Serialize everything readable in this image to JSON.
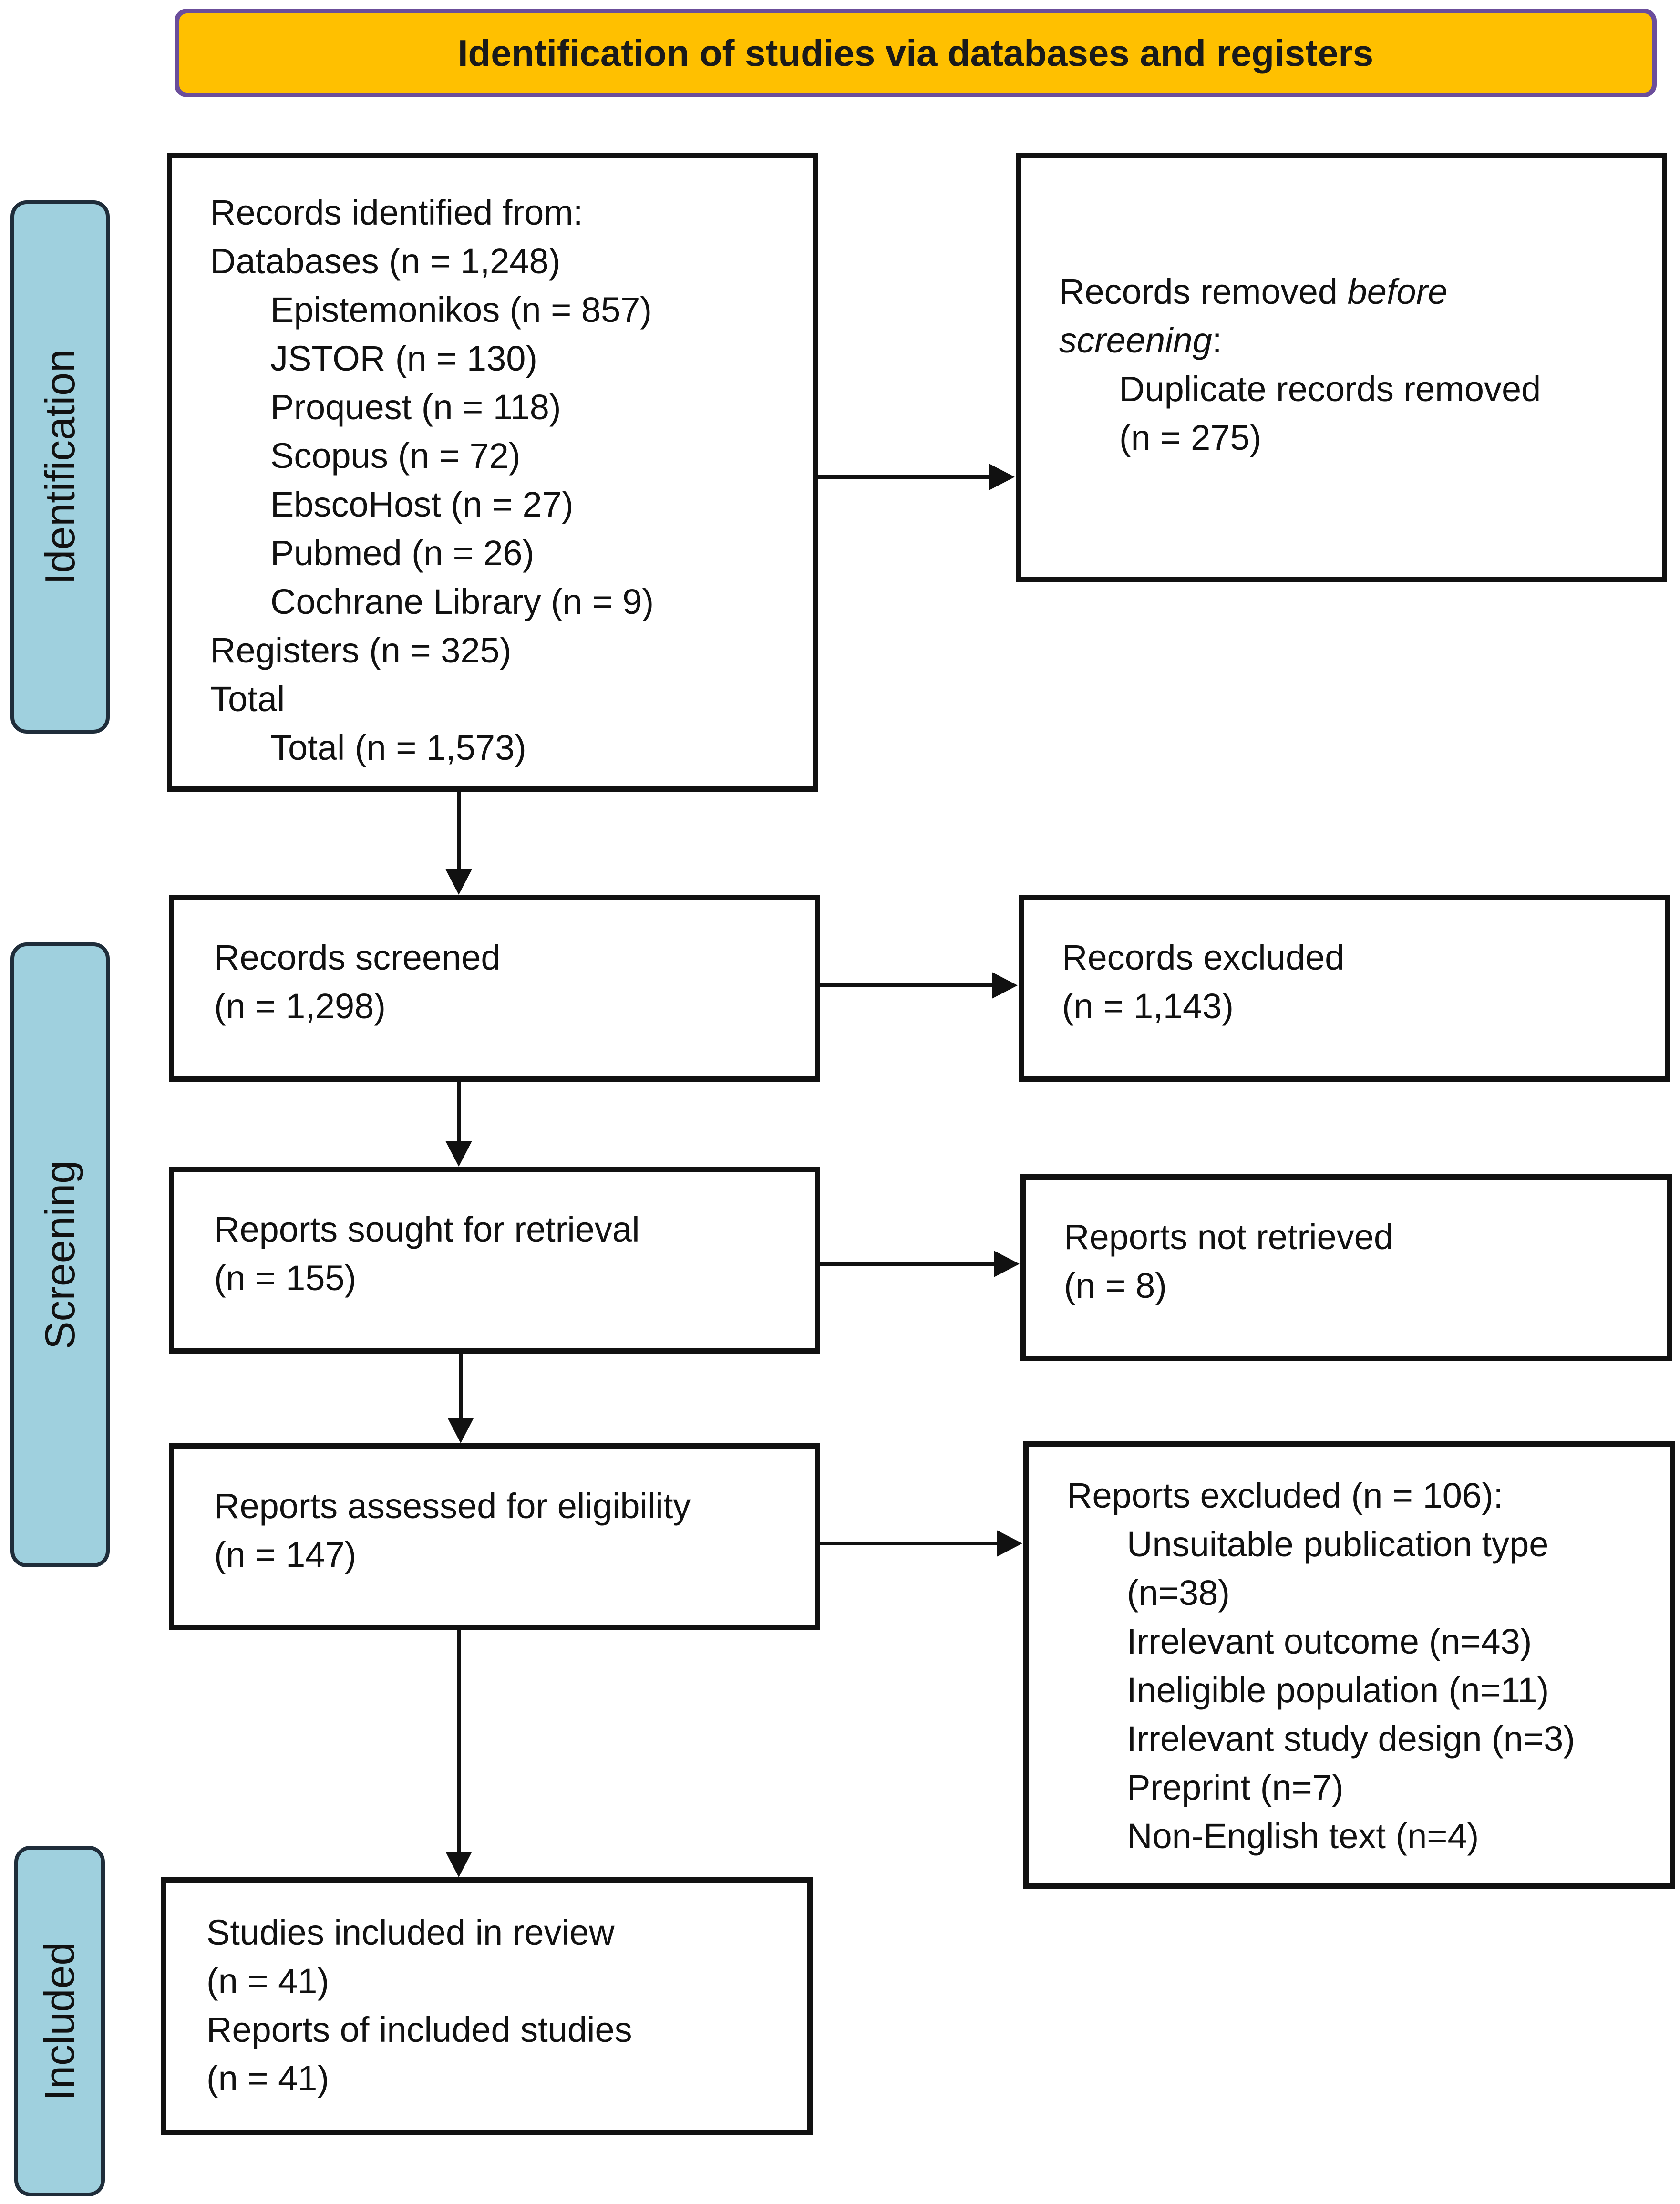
{
  "header": {
    "title": "Identification of studies via databases and registers"
  },
  "phases": {
    "identification": "Identification",
    "screening": "Screening",
    "included": "Included"
  },
  "identified": {
    "heading": "Records identified from:",
    "databases": "Databases (n = 1,248)",
    "sources": [
      "Epistemonikos (n = 857)",
      "JSTOR (n = 130)",
      "Proquest (n = 118)",
      "Scopus (n = 72)",
      "EbscoHost (n = 27)",
      "Pubmed (n = 26)",
      "Cochrane Library (n = 9)"
    ],
    "registers": "Registers (n = 325)",
    "total_label": "Total",
    "total_value": "Total (n = 1,573)"
  },
  "removed": {
    "line1_prefix": "Records removed ",
    "line1_emph": "before",
    "line2_emph": "screening",
    "line2_suffix": ":",
    "item": "Duplicate records removed",
    "count": "(n = 275)"
  },
  "screened": {
    "label": "Records screened",
    "count": "(n = 1,298)"
  },
  "excluded": {
    "label": "Records excluded",
    "count": "(n = 1,143)"
  },
  "sought": {
    "label": "Reports sought for retrieval",
    "count": "(n = 155)"
  },
  "not_retrieved": {
    "label": "Reports not retrieved",
    "count": "(n = 8)"
  },
  "assessed": {
    "label": "Reports assessed for eligibility",
    "count": "(n = 147)"
  },
  "reports_excluded": {
    "heading": "Reports excluded (n = 106):",
    "reasons": [
      "Unsuitable publication type",
      "(n=38)",
      "Irrelevant outcome (n=43)",
      "Ineligible population (n=11)",
      "Irrelevant study design (n=3)",
      "Preprint (n=7)",
      "Non-English text (n=4)"
    ]
  },
  "included": {
    "studies_label": "Studies included in review",
    "studies_count": "(n = 41)",
    "reports_label": "Reports of included studies",
    "reports_count": "(n = 41)"
  }
}
